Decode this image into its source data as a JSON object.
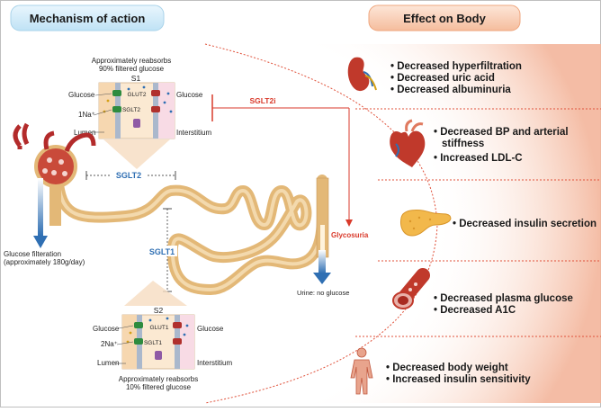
{
  "header": {
    "left_title": "Mechanism of action",
    "right_title": "Effect on Body"
  },
  "s1": {
    "title": "S1",
    "desc_line1": "Approximately reabsorbs",
    "desc_line2": "90% filtered glucose",
    "glucose_left": "Glucose",
    "glucose_right": "Glucose",
    "sodium": "1Na⁺",
    "lumen": "Lumen",
    "interstitium": "Interstitium",
    "glut": "GLUT2",
    "sglt": "SGLT2"
  },
  "s2": {
    "title": "S2",
    "desc_line1": "Approximately reabsorbs",
    "desc_line2": "10% filtered glucose",
    "glucose_left": "Glucose",
    "glucose_right": "Glucose",
    "sodium": "2Na⁺",
    "lumen": "Lumen",
    "interstitium": "Interstitium",
    "glut": "GLUT1",
    "sglt": "SGLT1"
  },
  "labels": {
    "sglt2": "SGLT2",
    "sglt1": "SGLT1",
    "sglt2i": "SGLT2i",
    "glycosuria": "Glycosuria",
    "filtration_line1": "Glucose filteration",
    "filtration_line2": "(approximately 180g/day)",
    "urine": "Urine: no glucose"
  },
  "effects": [
    {
      "icon": "kidney-icon",
      "items": [
        "Decreased hyperfiltration",
        "Decreased uric acid",
        "Decreased albuminuria"
      ]
    },
    {
      "icon": "heart-icon",
      "items": [
        "Decreased BP and arterial stiffness",
        "Increased LDL-C"
      ]
    },
    {
      "icon": "pancreas-icon",
      "items": [
        "Decreased insulin secretion"
      ]
    },
    {
      "icon": "blood-vessel-icon",
      "items": [
        "Decreased plasma glucose",
        "Decreased A1C"
      ]
    },
    {
      "icon": "human-body-icon",
      "items": [
        "Decreased body weight",
        "Increased insulin sensitivity"
      ]
    }
  ],
  "colors": {
    "tubule": "#e3b877",
    "red": "#d93a2b",
    "blue": "#2f6fb3",
    "header_left": "#cfe9f7",
    "header_right": "#f7c9ae"
  }
}
